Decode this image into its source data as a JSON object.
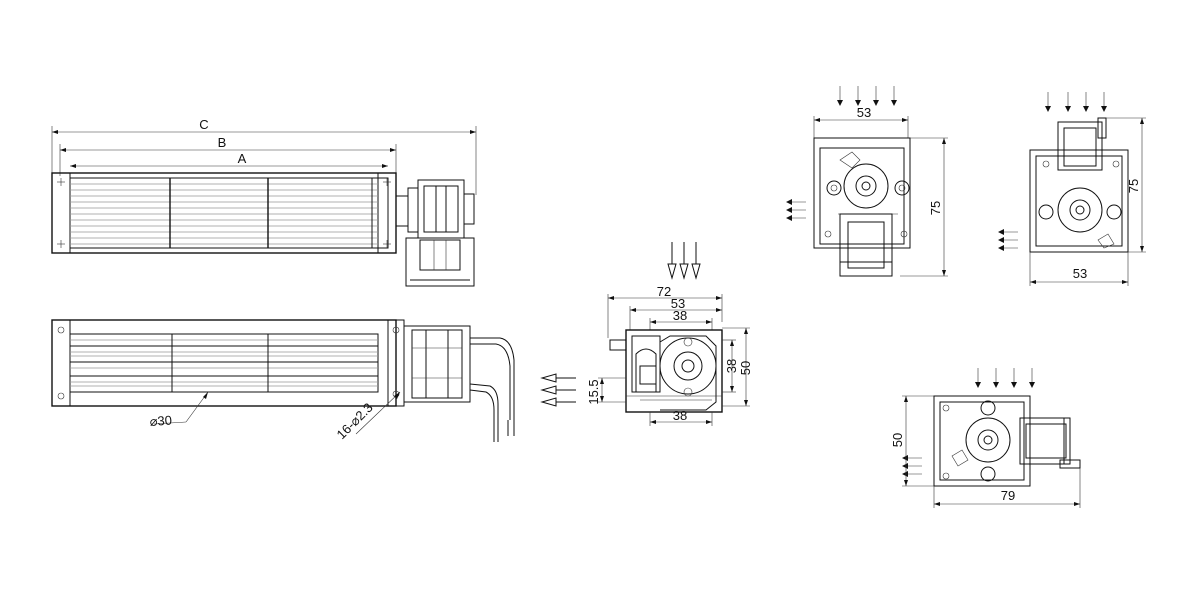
{
  "labels": {
    "dim_c": "C",
    "dim_b": "B",
    "dim_a": "A",
    "diameter_30": "⌀30",
    "holes": "16-⌀2.3",
    "front_72": "72",
    "front_53": "53",
    "front_38_top": "38",
    "front_38_bottom": "38",
    "front_38_right": "38",
    "front_50_right": "50",
    "front_15_5": "15.5",
    "tr1_53": "53",
    "tr1_75": "75",
    "tr2_53": "53",
    "tr2_75": "75",
    "br_50": "50",
    "br_79": "79"
  },
  "colors": {
    "line": "#111111",
    "background": "#ffffff"
  }
}
